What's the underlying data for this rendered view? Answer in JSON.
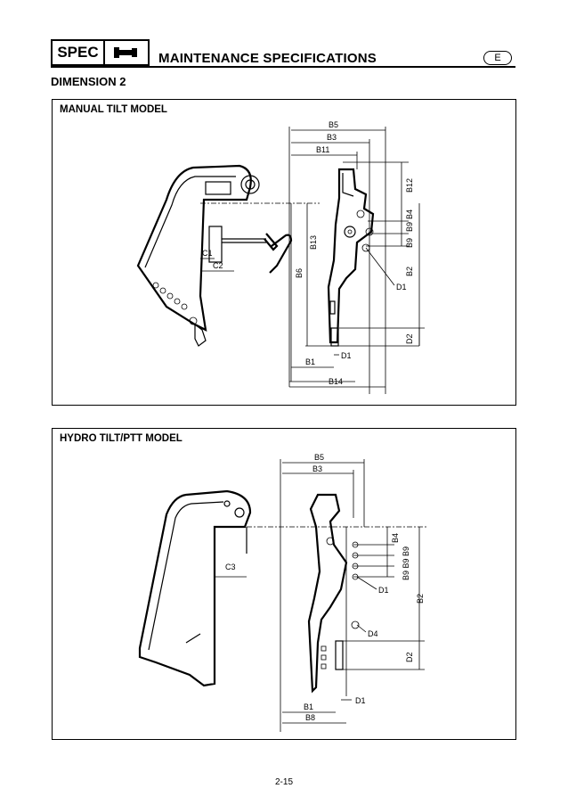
{
  "header": {
    "spec_label": "SPEC",
    "title": "MAINTENANCE SPECIFICATIONS",
    "lang_badge": "E",
    "icon": "wrench-icon"
  },
  "section_title": "DIMENSION 2",
  "manual": {
    "panel_title": "MANUAL TILT MODEL",
    "labels": {
      "b5": "B5",
      "b3": "B3",
      "b11": "B11",
      "b12": "B12",
      "b4": "B4",
      "b9a": "B9",
      "b9b": "B9",
      "b13": "B13",
      "b6": "B6",
      "b2": "B2",
      "d1a": "D1",
      "d2": "D2",
      "b1": "B1",
      "d1b": "D1",
      "b14": "B14",
      "c1": "C1",
      "c2": "C2"
    }
  },
  "hydro": {
    "panel_title": "HYDRO TILT/PTT MODEL",
    "labels": {
      "b5": "B5",
      "b3": "B3",
      "b4": "B4",
      "b9s": "B9 B9 B9",
      "b2": "B2",
      "c3": "C3",
      "d1a": "D1",
      "d4": "D4",
      "d2": "D2",
      "d1b": "D1",
      "b1": "B1",
      "b8": "B8"
    }
  },
  "page_number": "2-15"
}
